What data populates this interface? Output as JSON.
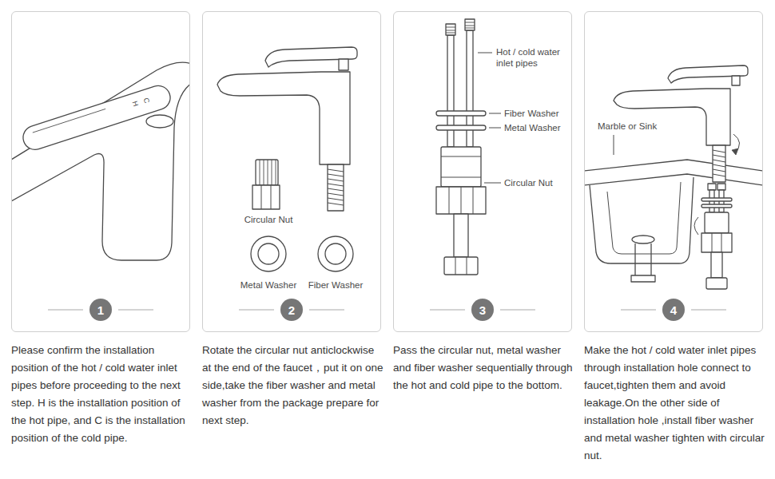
{
  "diagram": {
    "nodes": [
      {
        "text": [
          "Please confirm the installation position of the hot / cold water inlet pipes before proceeding to the next step. H is the installation position of the hot pipe, and C is the installation position of the cold pipe."
        ]
      },
      {
        "text": [
          "1"
        ],
        "in": 0
      },
      {
        "text": [
          "Circular Nut",
          "Metal Washer",
          "Fiber Washer",
          "Rotate the circular nut anticlockwise at the end of the faucet，put it on one side,take the fiber washer and metal washer from the package prepare for next step."
        ]
      },
      {
        "text": [
          "2"
        ],
        "in": 2
      },
      {
        "text": [
          "Hot / cold water inlet pipes",
          "Fiber Washer",
          "Metal Washer",
          "Circular Nut",
          "Pass the circular nut, metal washer and fiber washer sequentially through the hot and cold pipe to the bottom."
        ]
      },
      {
        "text": [
          "3"
        ],
        "in": 4
      },
      {
        "text": [
          "Marble or Sink",
          "Make the hot / cold water inlet pipes through installation hole connect to faucet,tighten them and avoid leakage.On the other side of installation hole ,install fiber washer and metal washer tighten with circular nut."
        ]
      },
      {
        "text": [
          "4"
        ],
        "in": 6
      }
    ],
    "labels": [
      "H",
      "C"
    ]
  }
}
